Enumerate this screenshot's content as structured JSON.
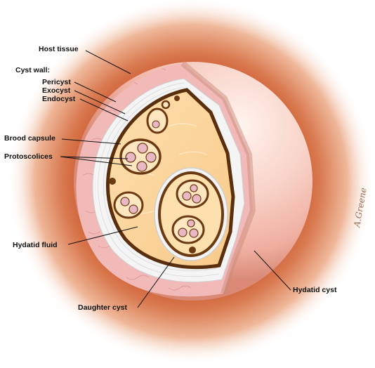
{
  "labels": {
    "host_tissue": "Host tissue",
    "cyst_wall": "Cyst wall:",
    "pericyst": "Pericyst",
    "exocyst": "Exocyst",
    "endocyst": "Endocyst",
    "brood_capsule": "Brood capsule",
    "protoscolices": "Protoscolices",
    "hydatid_fluid": "Hydatid fluid",
    "daughter_cyst": "Daughter cyst",
    "hydatid_cyst": "Hydatid cyst"
  },
  "signature": "A.Greene",
  "colors": {
    "host_glow": "#c8532a",
    "pericyst": "#f2b9b9",
    "exocyst": "#f4f4f4",
    "endocyst": "#5a2f0e",
    "fluid": "#fbd39a",
    "capsule_wall": "#6b3a12",
    "sphere": "#f6c9c0"
  }
}
